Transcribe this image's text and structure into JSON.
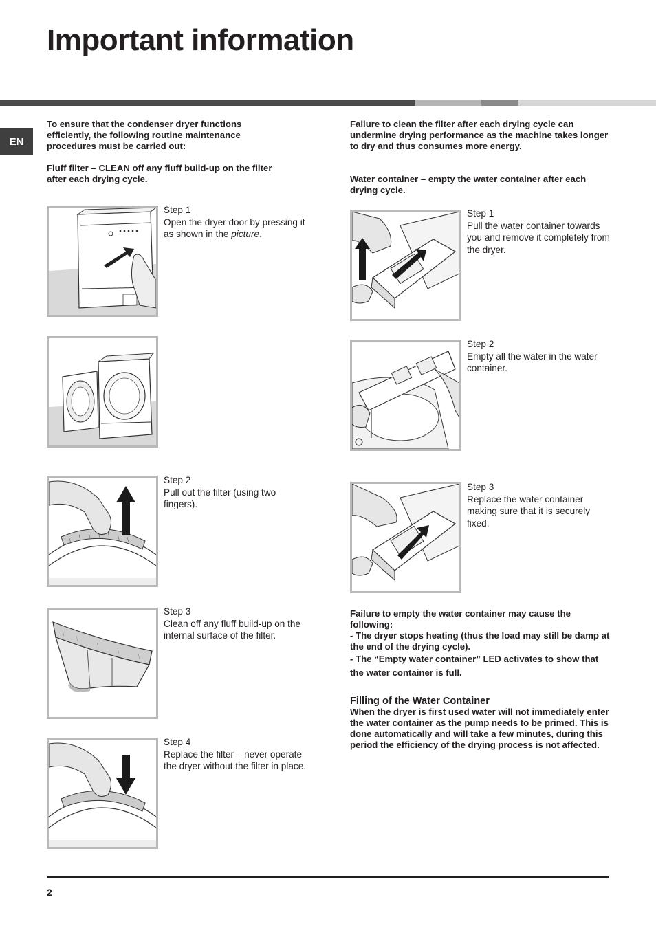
{
  "page": {
    "title": "Important information",
    "language_tab": "EN",
    "page_number": "2"
  },
  "left": {
    "intro": "To ensure that the condenser dryer functions efficiently, the following routine maintenance procedures must be carried out:",
    "fluff_heading": "Fluff filter – CLEAN off any fluff build-up on the filter after each drying cycle.",
    "steps": [
      {
        "label": "Step 1",
        "text_before": "Open the dryer door by pressing it as shown in the ",
        "text_em": "picture",
        "text_after": "."
      },
      {
        "label": "Step 2",
        "text": "Pull out the filter (using two fingers)."
      },
      {
        "label": "Step 3",
        "text": "Clean off any fluff build-up on the internal surface of the filter."
      },
      {
        "label": "Step 4",
        "text": "Replace the filter – never operate the dryer without the filter in place."
      }
    ]
  },
  "right": {
    "failure_clean": "Failure to clean the filter after each drying cycle can undermine drying performance as the machine takes longer to dry and thus consumes more energy.",
    "water_heading": "Water container – empty the water container after each drying cycle.",
    "steps": [
      {
        "label": "Step 1",
        "text": "Pull the water container towards you and remove it completely from the dryer."
      },
      {
        "label": "Step 2",
        "text": "Empty all the water in the water container."
      },
      {
        "label": "Step 3",
        "text": "Replace the water container making sure that it is securely fixed."
      }
    ],
    "failure_empty": {
      "line1": "Failure to empty the water container may cause the following:",
      "line2": "- The dryer stops heating (thus the load may still be damp at the end of the drying cycle).",
      "line3": "- The “Empty water container” LED activates to show that the water container is full."
    },
    "filling": {
      "heading": "Filling of the Water Container",
      "text": "When the dryer is first used water will not immediately enter the water container as the pump needs to be primed. This is done automatically and will take a few minutes, during this period the efficiency of the drying process is not affected."
    }
  },
  "colors": {
    "bar_dark": "#4a4a4a",
    "bar_light": "#b5b5b5",
    "bar_mid": "#8a8a8a",
    "bar_lighter": "#d6d6d6",
    "frame": "#b9b9b9"
  }
}
